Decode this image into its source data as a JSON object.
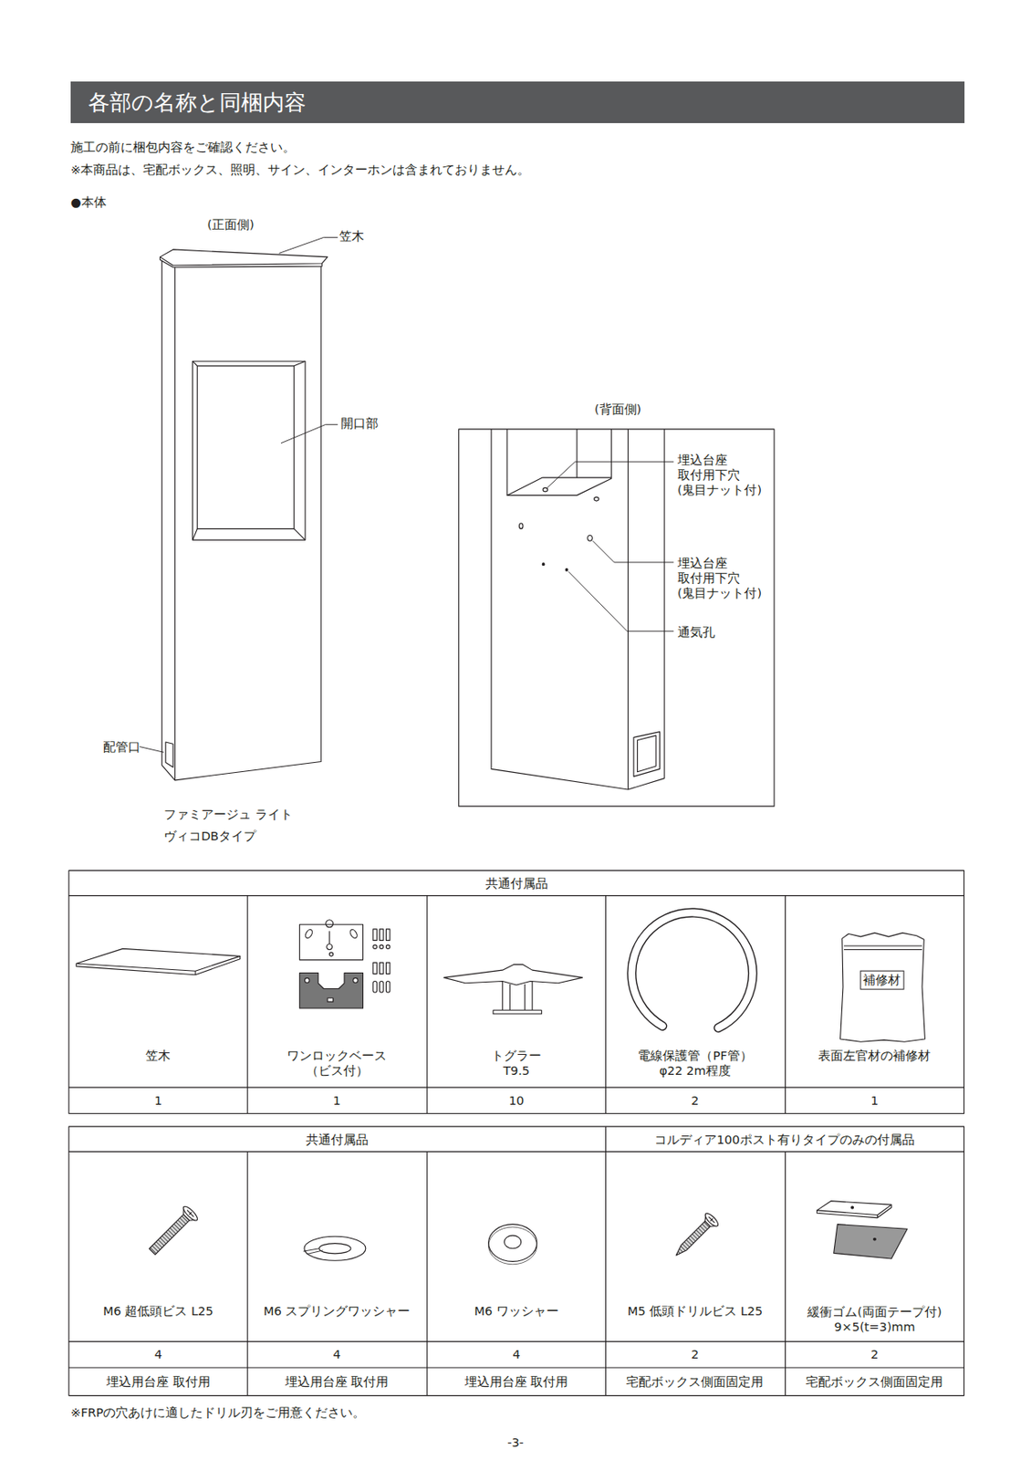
{
  "diagram": {
    "title": "各部の名称と同梱内容",
    "labels": [
      "施工の前に梱包内容をご確認ください。",
      "※本商品は、宅配ボックス、照明、サイン、インターホンは含まれておりません。",
      "●本体",
      "(正面側)",
      "笠木",
      "開口部",
      "配管口",
      "ファミアージュ ライト",
      "ヴィコDBタイプ",
      "(背面側)",
      "埋込台座 取付用下穴 (鬼目ナット付)",
      "埋込台座 取付用下穴 (鬼目ナット付)",
      "通気孔",
      "共通付属品",
      "補修材",
      "笠木",
      "ワンロックベース （ビス付）",
      "トグラー T9.5",
      "電線保護管（PF管） φ22 2m程度",
      "表面左官材の補修材",
      "1",
      "1",
      "10",
      "2",
      "1",
      "共通付属品",
      "コルディア100ポスト有りタイプのみの付属品",
      "M6 超低頭ビス L25",
      "M6 スプリングワッシャー",
      "M6 ワッシャー",
      "M5 低頭ドリルビス L25",
      "緩衝ゴム(両面テープ付) 9×5(t=3)mm",
      "4",
      "4",
      "4",
      "2",
      "2",
      "埋込用台座 取付用",
      "埋込用台座 取付用",
      "埋込用台座 取付用",
      "宅配ボックス側面固定用",
      "宅配ボックス側面固定用",
      "※FRPの穴あけに適したドリル刃をご用意ください。",
      "-3-"
    ]
  }
}
